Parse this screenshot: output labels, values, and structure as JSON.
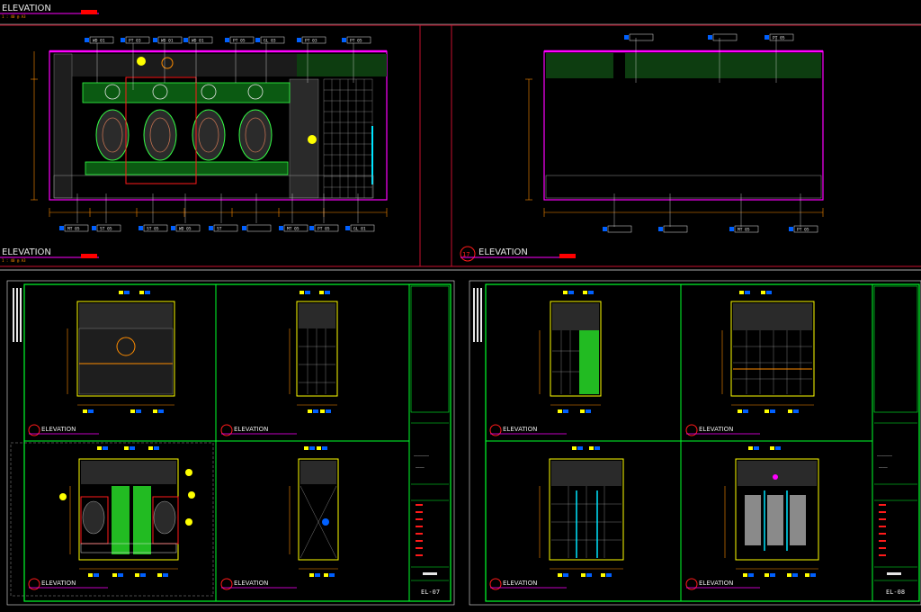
{
  "app": {
    "name": "CAD elevation drawing sheets"
  },
  "colors": {
    "background": "#000000",
    "sheet_border_red": "#c8102e",
    "sheet_border_white": "#e6e6e6",
    "frame_green": "#00ff2a",
    "wall_magenta": "#ff00ff",
    "dim_orange": "#ff8c00",
    "tag_blue": "#0060ff",
    "tag_yellow": "#ffff00",
    "pattern_green": "#33ff44",
    "cyan": "#00e5ff",
    "grey": "#9a9a9a"
  },
  "top_left": {
    "header_title": "ELEVATION",
    "footer_title": "ELEVATION",
    "tags_top": [
      "WD 01",
      "PT 03",
      "WD 01",
      "WD 01",
      "PT 05",
      "GL 03",
      "PT 03",
      "PT 05"
    ],
    "tags_bottom": [
      "MT 05",
      "ST 05",
      "ST 05",
      "WD 05",
      "ST",
      "",
      "MT 05",
      "PT 05",
      "GL 01"
    ]
  },
  "top_right": {
    "footer_title": "ELEVATION",
    "footer_index": "17",
    "tags_top": [
      "",
      "",
      "PT 05"
    ],
    "tags_bottom": [
      "",
      "",
      "MT 05",
      "PT 05"
    ]
  },
  "bottom_left": {
    "panel_titles": [
      "ELEVATION",
      "ELEVATION",
      "ELEVATION",
      "ELEVATION"
    ],
    "sheet_no": "EL-07"
  },
  "bottom_right": {
    "panel_titles": [
      "ELEVATION",
      "ELEVATION",
      "ELEVATION",
      "ELEVATION"
    ],
    "sheet_no": "EL-08"
  }
}
